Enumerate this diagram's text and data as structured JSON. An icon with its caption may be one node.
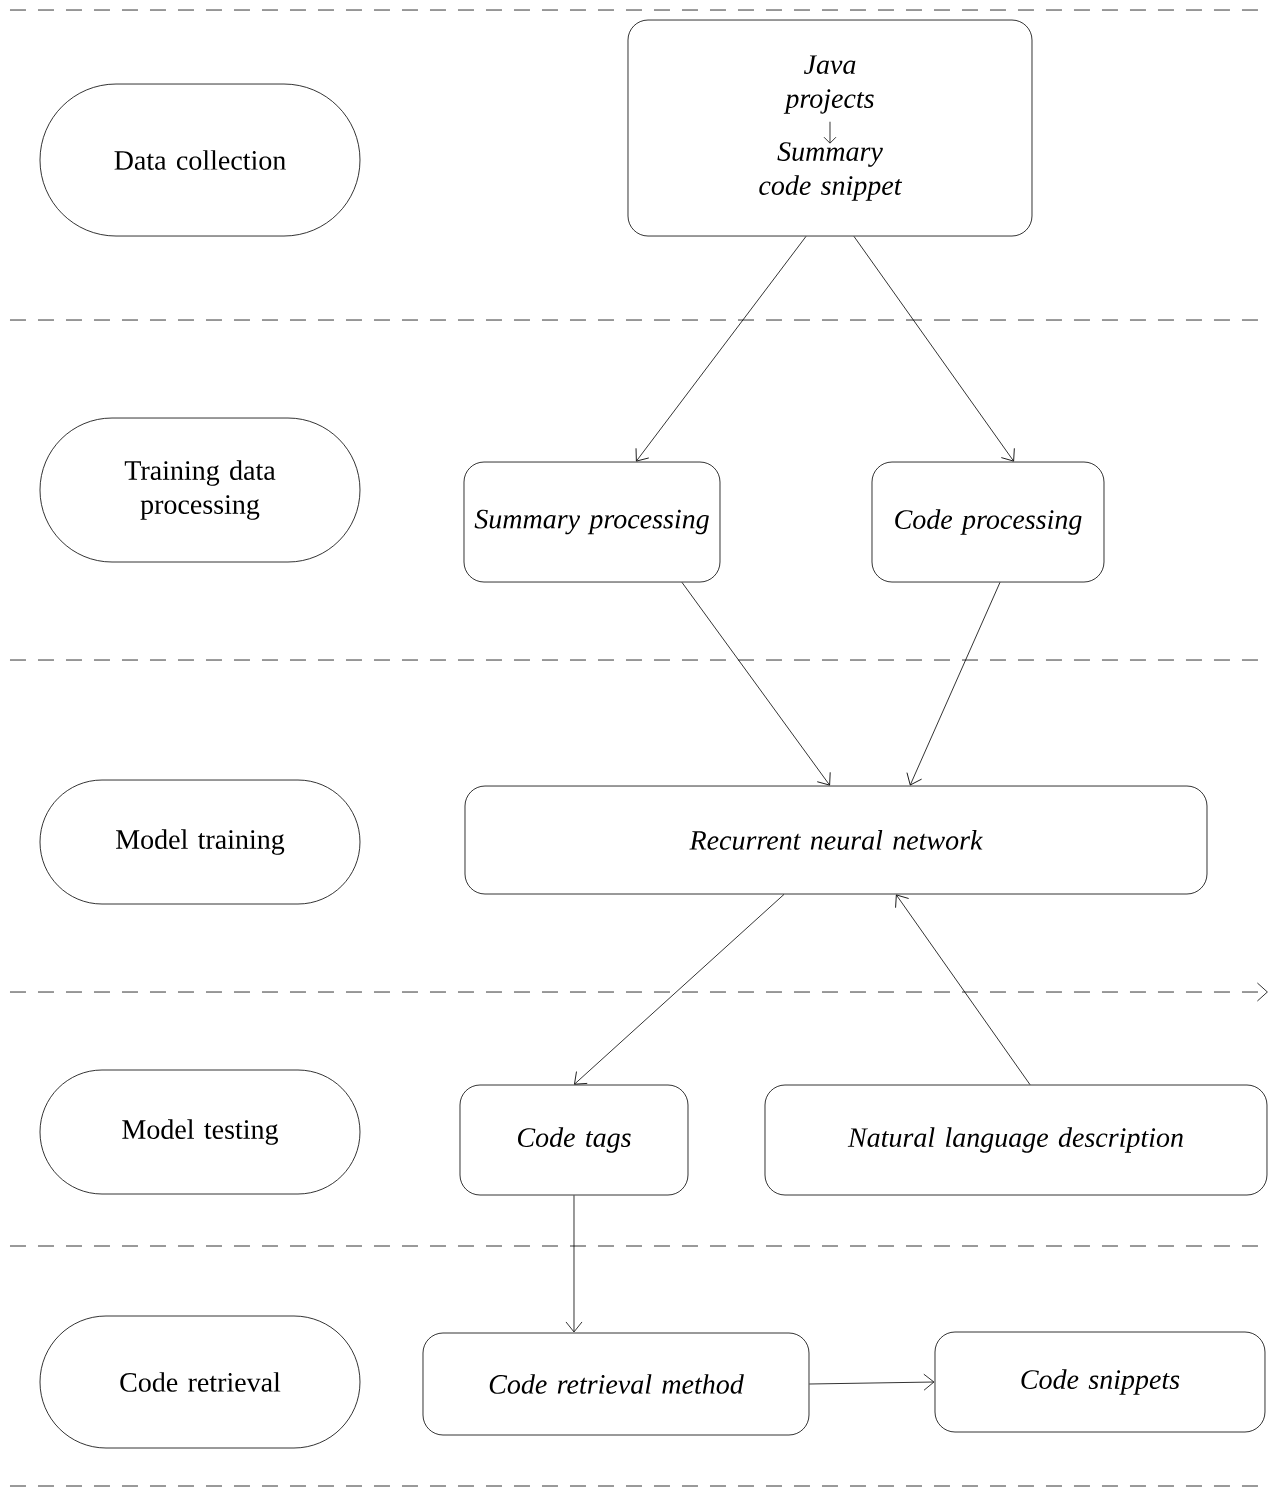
{
  "diagram": {
    "nodes": [
      {
        "text": [
          "Data collection"
        ]
      },
      {
        "text": [
          "Java projects",
          "Summary code snippet"
        ]
      },
      {
        "text": [
          "Training data processing"
        ]
      },
      {
        "text": [
          "Summary processing"
        ]
      },
      {
        "text": [
          "Code processing"
        ]
      },
      {
        "text": [
          "Model training"
        ]
      },
      {
        "text": [
          "Recurrent neural network"
        ]
      },
      {
        "text": [
          "Model testing"
        ]
      },
      {
        "text": [
          "Code tags"
        ]
      },
      {
        "text": [
          "Natural language description"
        ]
      },
      {
        "text": [
          "Code retrieval"
        ]
      },
      {
        "text": [
          "Code retrieval method"
        ]
      },
      {
        "text": [
          "Code snippets"
        ]
      }
    ],
    "edges": [
      {
        "from": 1,
        "to": 3,
        "arrow": "to"
      },
      {
        "from": 1,
        "to": 4,
        "arrow": "to"
      },
      {
        "from": 3,
        "to": 6,
        "arrow": "to"
      },
      {
        "from": 4,
        "to": 6,
        "arrow": "to"
      },
      {
        "from": 6,
        "to": 8,
        "arrow": "to"
      },
      {
        "from": 9,
        "to": 6,
        "arrow": "to"
      },
      {
        "from": 8,
        "to": 11,
        "arrow": "to"
      },
      {
        "from": 11,
        "to": 12,
        "arrow": "to"
      }
    ]
  }
}
